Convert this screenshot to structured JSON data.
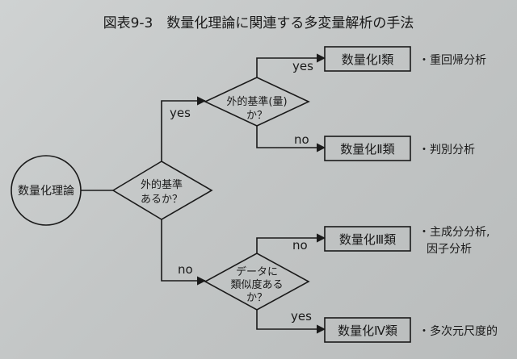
{
  "figure": {
    "title": "図表9-3　数量化理論に関連する多変量解析の手法"
  },
  "nodes": {
    "start": "数量化理論",
    "decision_external": [
      "外的基準",
      "あるか？"
    ],
    "decision_quant": [
      "外的基準(量)",
      "か？"
    ],
    "decision_similarity": [
      "データに",
      "類似度ある",
      "か？"
    ],
    "type1": "数量化Ⅰ類",
    "type2": "数量化Ⅱ類",
    "type3": "数量化Ⅲ類",
    "type4": "数量化Ⅳ類"
  },
  "edges": {
    "yes": "yes",
    "no": "no"
  },
  "methods": {
    "type1": "・重回帰分析",
    "type2": "・判別分析",
    "type3": [
      "・主成分分析,",
      "因子分析"
    ],
    "type4": "・多次元尺度的"
  }
}
